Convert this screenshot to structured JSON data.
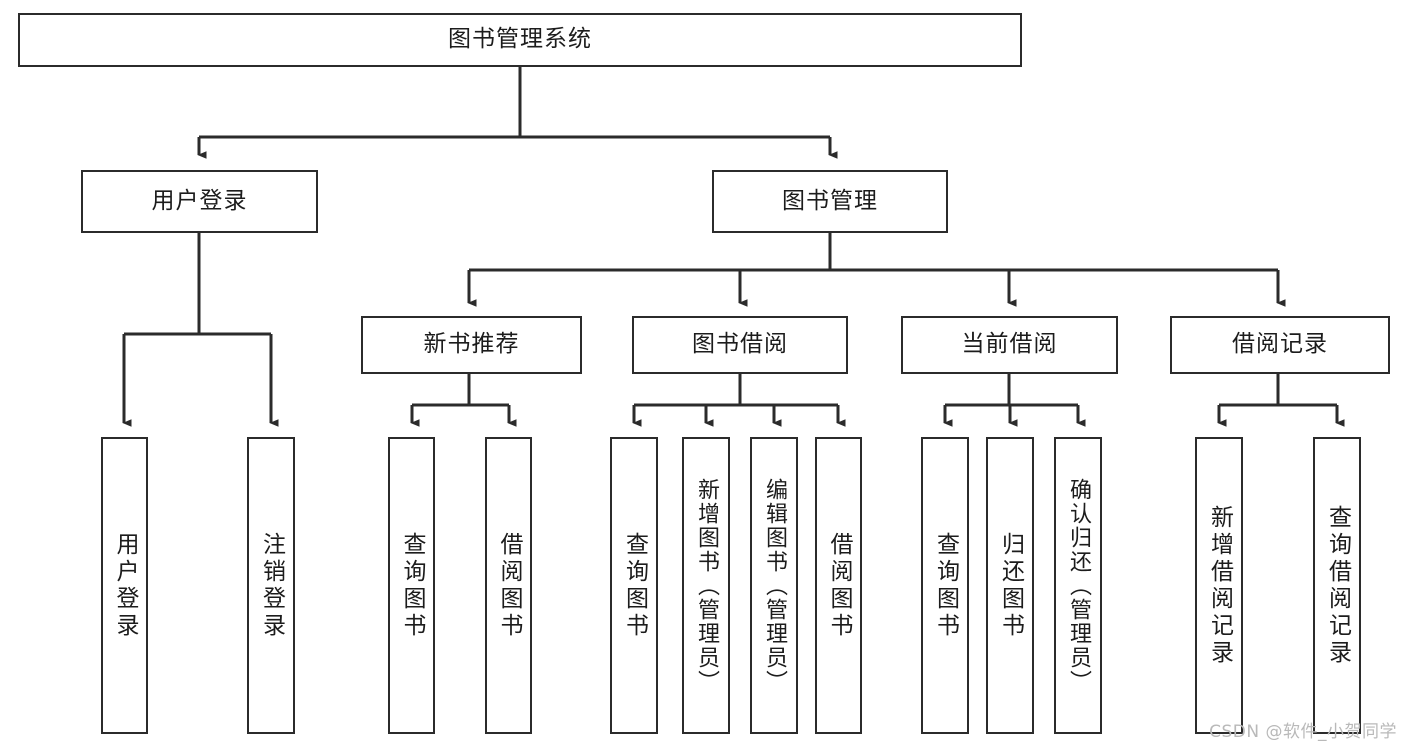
{
  "diagram": {
    "type": "tree-hierarchy",
    "title": "图书管理系统",
    "orientation": "top-down",
    "colors": {
      "box_border": "#2b2b2b",
      "box_fill": "#ffffff",
      "connector": "#2b2b2b",
      "text": "#1c1c1c",
      "watermark": "#b9b9b9",
      "background": "#ffffff"
    },
    "root": {
      "label": "图书管理系统"
    },
    "level1": [
      {
        "label": "用户登录"
      },
      {
        "label": "图书管理"
      }
    ],
    "level2": [
      {
        "label": "新书推荐"
      },
      {
        "label": "图书借阅"
      },
      {
        "label": "当前借阅"
      },
      {
        "label": "借阅记录"
      }
    ],
    "leaves": {
      "user_login": [
        {
          "label": "用户登录"
        },
        {
          "label": "注销登录"
        }
      ],
      "new_book_recommend": [
        {
          "label": "查询图书"
        },
        {
          "label": "借阅图书"
        }
      ],
      "book_borrow": [
        {
          "label": "查询图书"
        },
        {
          "label": "新增图书（管理员）"
        },
        {
          "label": "编辑图书（管理员）"
        },
        {
          "label": "借阅图书"
        }
      ],
      "current_borrow": [
        {
          "label": "查询图书"
        },
        {
          "label": "归还图书"
        },
        {
          "label": "确认归还（管理员）"
        }
      ],
      "borrow_record": [
        {
          "label": "新增借阅记录"
        },
        {
          "label": "查询借阅记录"
        }
      ]
    }
  },
  "watermark": {
    "text": "CSDN @软件_小贺同学"
  }
}
